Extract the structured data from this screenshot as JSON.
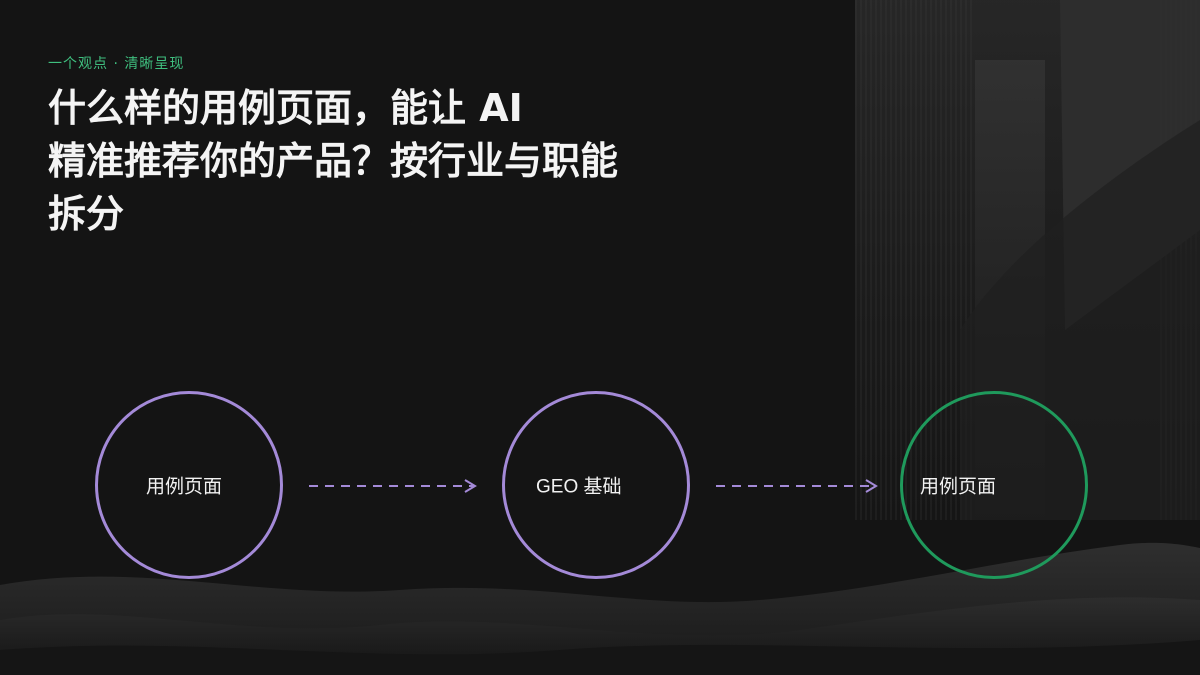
{
  "header": {
    "eyebrow": "一个观点 · 清晰呈现",
    "title_lines": [
      "什么样的用例页面，能让 AI",
      "精准推荐你的产品？按行业与职能",
      "拆分"
    ]
  },
  "flow": {
    "nodes": [
      {
        "label": "用例页面",
        "color": "#a48ad8"
      },
      {
        "label": "GEO 基础",
        "color": "#a48ad8"
      },
      {
        "label": "用例页面",
        "color": "#1f9a5c"
      }
    ],
    "arrow_color": "#a48ad8"
  },
  "colors": {
    "background": "#141414",
    "accent_green": "#3fbf7f",
    "title": "#f4f4f4"
  }
}
